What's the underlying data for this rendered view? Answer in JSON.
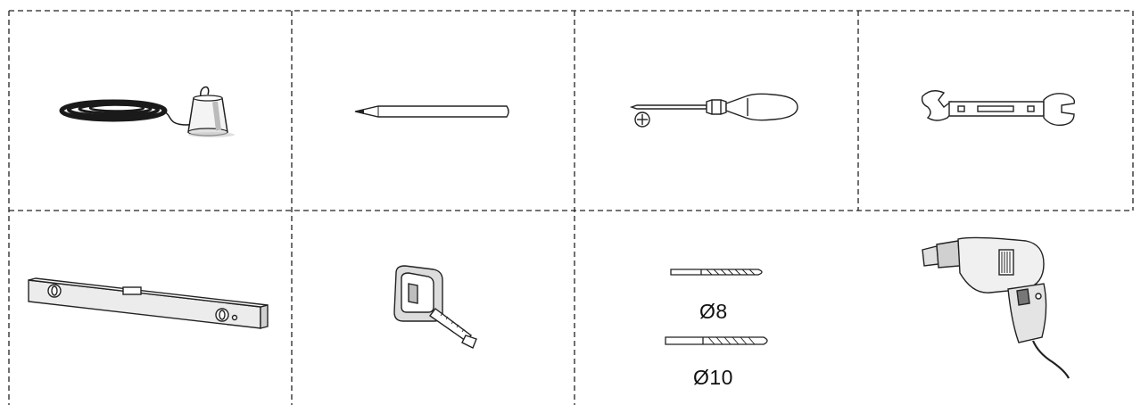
{
  "tools": [
    {
      "name": "plumb-line"
    },
    {
      "name": "pencil"
    },
    {
      "name": "screwdriver"
    },
    {
      "name": "wrench"
    },
    {
      "name": "spirit-level"
    },
    {
      "name": "tape-measure"
    },
    {
      "name": "drill-bits"
    },
    {
      "name": "electric-drill"
    }
  ],
  "drill_bits": {
    "small_label": "Ø8",
    "large_label": "Ø10"
  }
}
